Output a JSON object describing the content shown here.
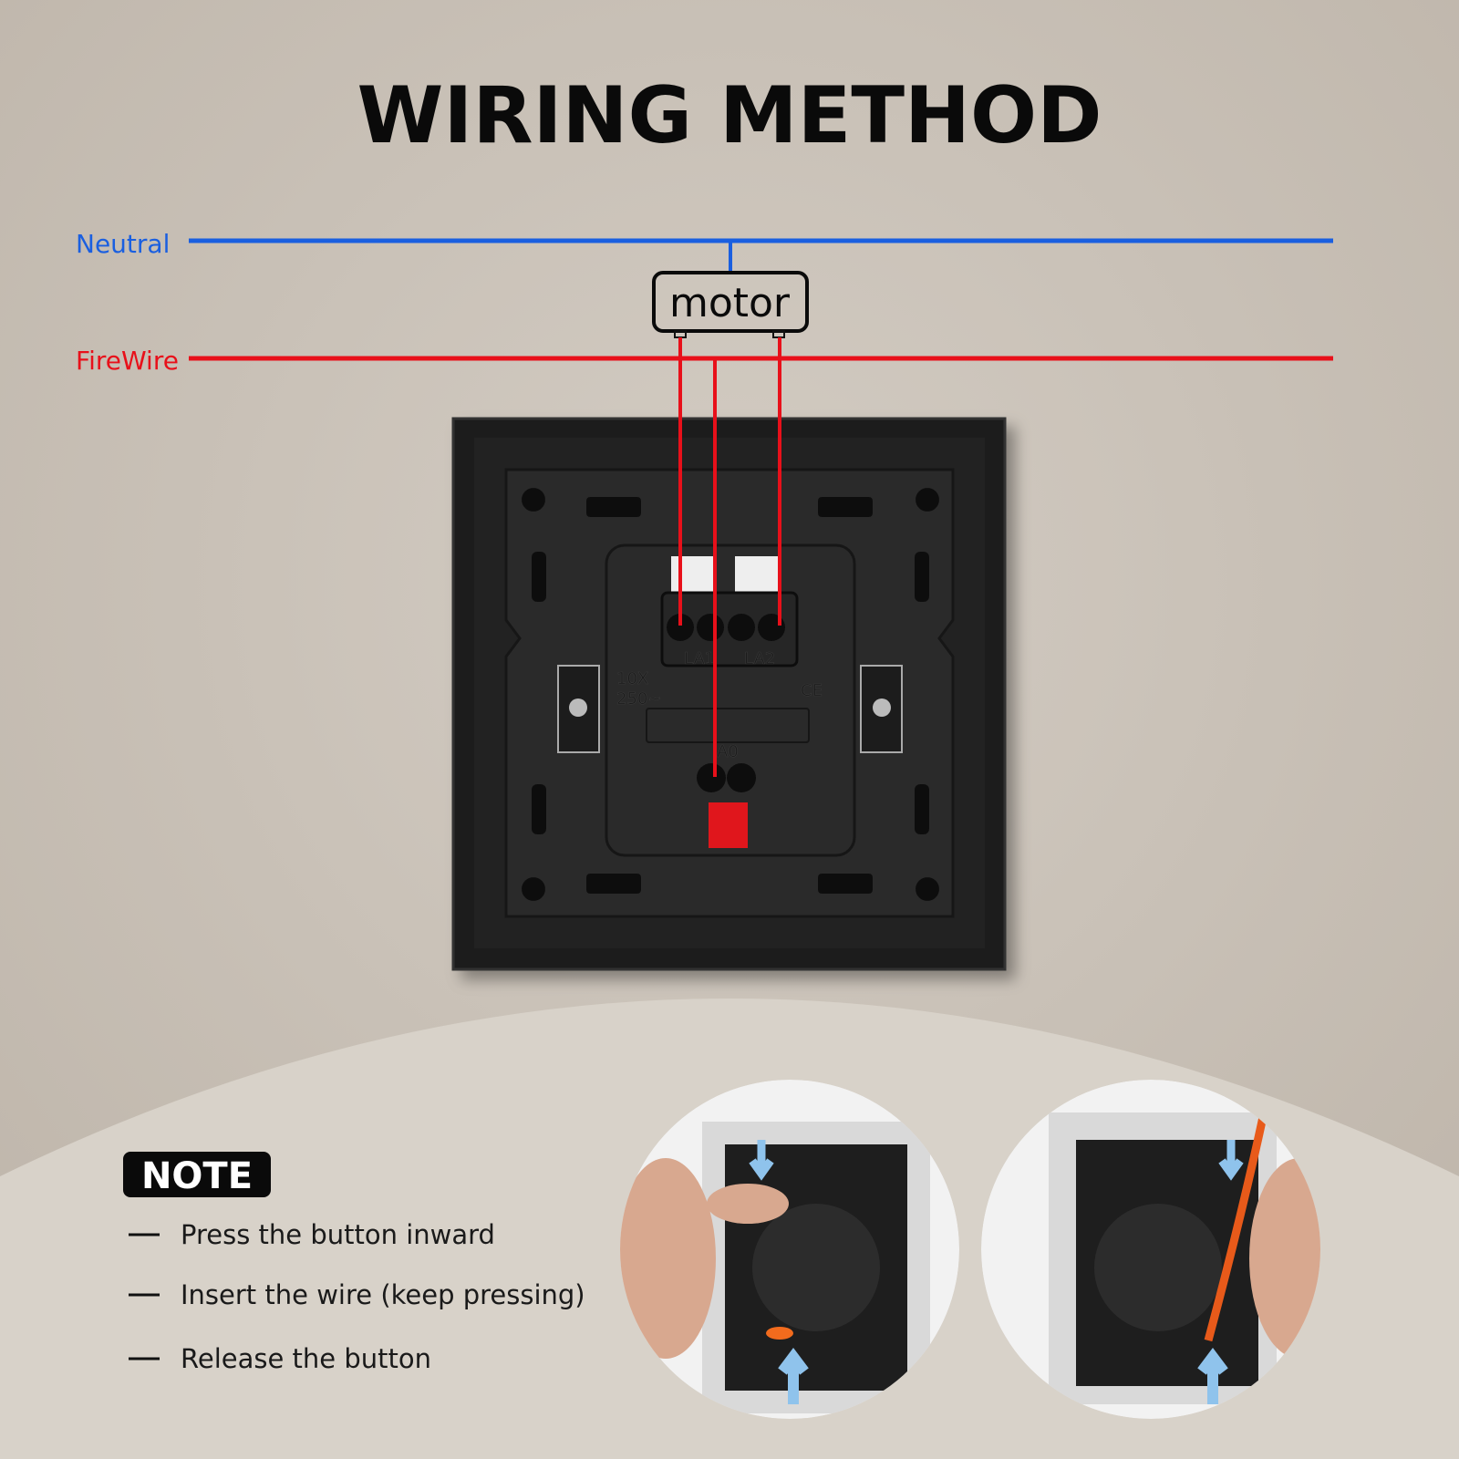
{
  "title": "WIRING METHOD",
  "diagram": {
    "neutral_label": "Neutral",
    "firewire_label": "FireWire",
    "motor_label": "motor",
    "colors": {
      "neutral": "#1a5fe0",
      "firewire": "#e8101a",
      "background": "#cbc3b9"
    }
  },
  "switch": {
    "terminal_la1": "LA1",
    "terminal_la2": "LA2",
    "terminal_a0": "A0",
    "rating_top": "10X",
    "rating_bottom": "250~",
    "ce_mark": "CE"
  },
  "note": {
    "badge": "NOTE",
    "steps": [
      "Press the button inward",
      "Insert the wire (keep pressing)",
      "Release the button"
    ]
  }
}
